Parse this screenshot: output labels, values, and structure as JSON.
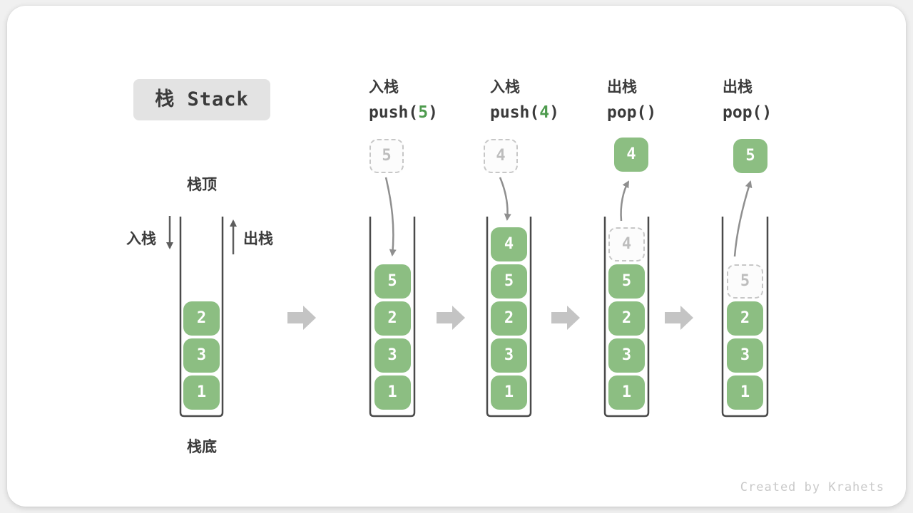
{
  "title": "栈 Stack",
  "labels": {
    "stack_top": "栈顶",
    "stack_bottom": "栈底",
    "push_side": "入栈",
    "pop_side": "出栈"
  },
  "watermark": "Created by Krahets",
  "colors": {
    "element_green": "#8CBE82",
    "code_green": "#4E9B4E",
    "curve_arrow_gray": "#8F8F8F",
    "side_arrow_gray": "#5E5E5E",
    "block_arrow_gray": "#C4C4C4",
    "container_wall": "#4A4A4A",
    "ghost_border": "#C7C7C7",
    "ghost_text": "#BDBDBD",
    "title_badge_bg": "#E3E3E3",
    "text_dark": "#3B3B3B",
    "watermark_gray": "#C9C9C9"
  },
  "diagram": {
    "states": [
      {
        "name": "initial",
        "op": null,
        "floating": null,
        "elements": [
          {
            "value": "2"
          },
          {
            "value": "3"
          },
          {
            "value": "1"
          }
        ]
      },
      {
        "name": "push-5",
        "op": {
          "label": "入栈",
          "code_prefix": "push(",
          "code_value": "5",
          "code_suffix": ")"
        },
        "floating": {
          "style": "ghost",
          "value": "5"
        },
        "elements": [
          {
            "value": "5"
          },
          {
            "value": "2"
          },
          {
            "value": "3"
          },
          {
            "value": "1"
          }
        ]
      },
      {
        "name": "push-4",
        "op": {
          "label": "入栈",
          "code_prefix": "push(",
          "code_value": "4",
          "code_suffix": ")"
        },
        "floating": {
          "style": "ghost",
          "value": "4"
        },
        "elements": [
          {
            "value": "4"
          },
          {
            "value": "5"
          },
          {
            "value": "2"
          },
          {
            "value": "3"
          },
          {
            "value": "1"
          }
        ]
      },
      {
        "name": "pop-4",
        "op": {
          "label": "出栈",
          "code_prefix": "pop(",
          "code_value": "",
          "code_suffix": ")"
        },
        "floating": {
          "style": "solid",
          "value": "4"
        },
        "elements": [
          {
            "value": "4",
            "ghost": true
          },
          {
            "value": "5"
          },
          {
            "value": "2"
          },
          {
            "value": "3"
          },
          {
            "value": "1"
          }
        ]
      },
      {
        "name": "pop-5",
        "op": {
          "label": "出栈",
          "code_prefix": "pop(",
          "code_value": "",
          "code_suffix": ")"
        },
        "floating": {
          "style": "solid",
          "value": "5"
        },
        "elements": [
          {
            "value": "5",
            "ghost": true
          },
          {
            "value": "2"
          },
          {
            "value": "3"
          },
          {
            "value": "1"
          }
        ]
      }
    ]
  }
}
